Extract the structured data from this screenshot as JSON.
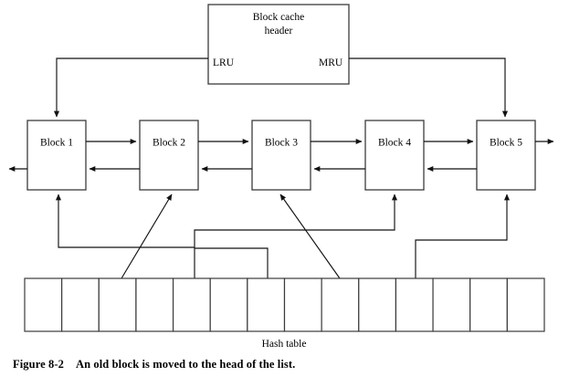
{
  "figure": {
    "number": "Figure 8-2",
    "caption": "An old block is moved to the head of the list."
  },
  "header": {
    "title_line1": "Block cache",
    "title_line2": "header",
    "ports": {
      "lru": "LRU",
      "mru": "MRU"
    }
  },
  "blocks": [
    {
      "label": "Block 1"
    },
    {
      "label": "Block 2"
    },
    {
      "label": "Block 3"
    },
    {
      "label": "Block 4"
    },
    {
      "label": "Block 5"
    }
  ],
  "hash_table": {
    "caption": "Hash table",
    "cell_count": 14,
    "cells": [
      "",
      "",
      "",
      "",
      "",
      "",
      "",
      "",
      "",
      "",
      "",
      "",
      "",
      ""
    ]
  },
  "colors": {
    "background": "#ffffff",
    "line": "#111111",
    "box_stroke": "#3b3b3b",
    "text": "#000000"
  }
}
